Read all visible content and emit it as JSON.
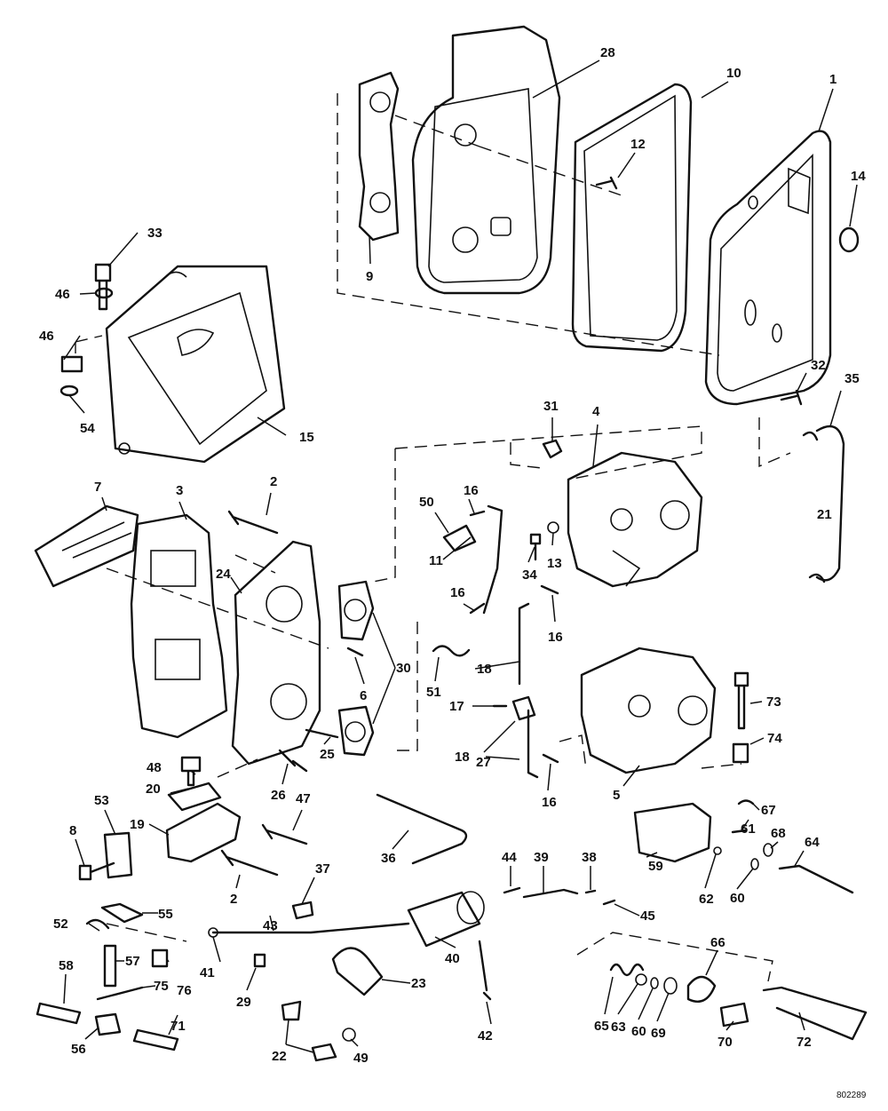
{
  "document_number": "802289",
  "callouts": {
    "c1": "1",
    "c2a": "2",
    "c2b": "2",
    "c3": "3",
    "c4": "4",
    "c5": "5",
    "c6": "6",
    "c7": "7",
    "c8": "8",
    "c9": "9",
    "c10": "10",
    "c11": "11",
    "c12": "12",
    "c13": "13",
    "c14": "14",
    "c15": "15",
    "c16a": "16",
    "c16b": "16",
    "c16c": "16",
    "c16d": "16",
    "c17": "17",
    "c18a": "18",
    "c18b": "18",
    "c19": "19",
    "c20": "20",
    "c21": "21",
    "c22": "22",
    "c23": "23",
    "c24": "24",
    "c25": "25",
    "c26": "26",
    "c27": "27",
    "c28": "28",
    "c29": "29",
    "c30": "30",
    "c31": "31",
    "c32": "32",
    "c33": "33",
    "c34": "34",
    "c35": "35",
    "c36": "36",
    "c37": "37",
    "c38": "38",
    "c39": "39",
    "c40": "40",
    "c41": "41",
    "c42": "42",
    "c43": "43",
    "c44": "44",
    "c45": "45",
    "c46a": "46",
    "c46b": "46",
    "c47": "47",
    "c48": "48",
    "c49": "49",
    "c50": "50",
    "c51": "51",
    "c52": "52",
    "c53": "53",
    "c54": "54",
    "c55": "55",
    "c56": "56",
    "c57": "57",
    "c58": "58",
    "c59": "59",
    "c60a": "60",
    "c60b": "60",
    "c61": "61",
    "c62": "62",
    "c63": "63",
    "c64": "64",
    "c65": "65",
    "c66": "66",
    "c67": "67",
    "c68": "68",
    "c69": "69",
    "c70": "70",
    "c71": "71",
    "c72": "72",
    "c73": "73",
    "c74": "74",
    "c75": "75",
    "c76": "76"
  }
}
